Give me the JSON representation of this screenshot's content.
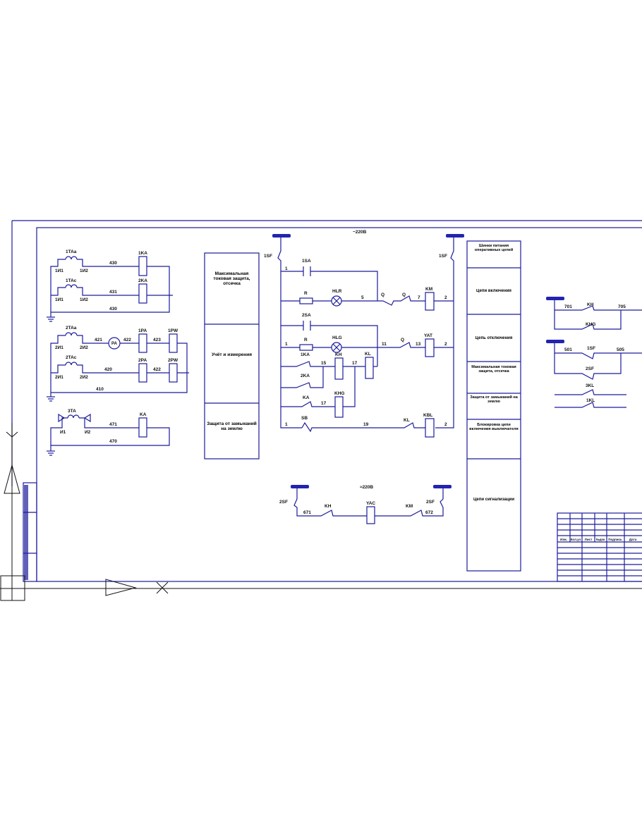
{
  "voltage_top": "~220В",
  "voltage_bottom": "≈220В",
  "left": {
    "c1": {
      "ct1": "1TAa",
      "ct2": "1TAc",
      "w1": "430",
      "w2": "431",
      "w3": "430",
      "r1": "1KA",
      "r2": "2KA",
      "t1": "1И1",
      "t2": "1И2",
      "t3": "1И1",
      "t4": "1И2"
    },
    "c2": {
      "ct1": "2TAa",
      "ct2": "2TAc",
      "w1": "421",
      "w2": "422",
      "w3": "423",
      "w4": "420",
      "w5": "422",
      "w6": "410",
      "meter": "PA",
      "r1": "1PA",
      "r2": "1PW",
      "r3": "2PA",
      "r4": "2PW",
      "t1": "2И1",
      "t2": "2И2",
      "t3": "2И1",
      "t4": "2И2"
    },
    "c3": {
      "ct": "3TA",
      "w1": "471",
      "w2": "470",
      "r": "KA",
      "t1": "И1",
      "t2": "И2"
    }
  },
  "center_boxes": [
    "Максимальная токовая защита, отсечка",
    "Учёт и измерения",
    "Защита от замыканий на землю"
  ],
  "mid": {
    "sf_left": "1SF",
    "sf_right": "1SF",
    "sa1": "1SA",
    "sa2": "2SA",
    "r1": "R",
    "r2": "R",
    "hl1": "HLR",
    "hl2": "HLG",
    "n1": "1",
    "n5": "5",
    "n7": "7",
    "n2a": "2",
    "n11": "11",
    "n13": "13",
    "n2b": "2",
    "n1b": "1",
    "q1": "Q",
    "q2": "Q",
    "q3": "Q",
    "km": "KM",
    "yat": "YAT",
    "ka1": "1KA",
    "ka2": "2KA",
    "n15": "15",
    "kh": "KH",
    "n17": "17",
    "kl": "KL",
    "ka3": "KA",
    "n17b": "17",
    "khg": "KHG",
    "n1c": "1",
    "sb": "SB",
    "n19": "19",
    "kl2": "KL",
    "kbl": "KBL",
    "n2c": "2"
  },
  "right_column": [
    "Шинки питания оперативных цепей",
    "Цепи включения",
    "Цепь отключения",
    "Максимальная токовая защита, отсечка",
    "Защита от замыканий на землю",
    "Блокировка цепи включения выключателя",
    "Цепи сигнализации"
  ],
  "far_right": {
    "a1": "701",
    "a2": "KH",
    "a3": "705",
    "a4": "KHG",
    "b1": "501",
    "b2": "1SF",
    "b3": "505",
    "b4": "2SF",
    "c1": "3KL",
    "c2": "1KL"
  },
  "bottom": {
    "sf_left": "2SF",
    "sf_right": "2SF",
    "w1": "671",
    "kh": "KH",
    "yac": "YAC",
    "km": "KM",
    "w2": "672"
  },
  "title_block": {
    "header": [
      "Изм.",
      "Кол.уч",
      "Лист",
      "№док",
      "Подпись",
      "Дата"
    ]
  }
}
